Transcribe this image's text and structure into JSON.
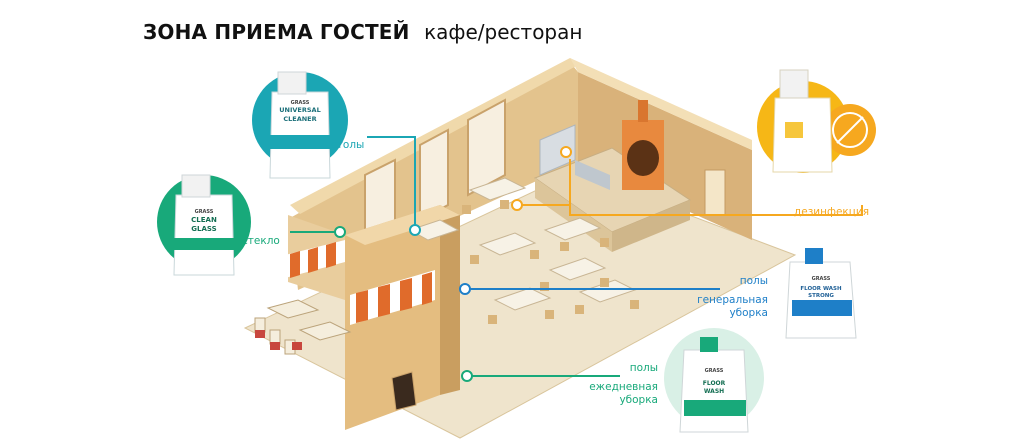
{
  "title": {
    "main": "ЗОНА ПРИЕМА ГОСТЕЙ",
    "sub": "кафе/ресторан"
  },
  "labels": {
    "tables": "столы",
    "glass": "стекло",
    "disinfection": "дезинфекция",
    "floors_general_1": "полы",
    "floors_general_2": "генеральная",
    "floors_general_3": "уборка",
    "floors_daily_1": "полы",
    "floors_daily_2": "ежедневная",
    "floors_daily_3": "уборка"
  },
  "products": {
    "universal": {
      "line1": "UNIVERSAL",
      "line2": "CLEANER",
      "brand": "GRASS"
    },
    "glass": {
      "line1": "CLEAN",
      "line2": "GLASS",
      "brand": "GRASS"
    },
    "floor_strong": {
      "line1": "FLOOR WASH",
      "line2": "STRONG",
      "brand": "GRASS"
    },
    "floor_wash": {
      "line1": "FLOOR",
      "line2": "WASH",
      "brand": "GRASS"
    }
  },
  "colors": {
    "teal": "#1ba6b4",
    "green": "#18a97a",
    "orange": "#f6a81f",
    "blue": "#1e7fc8",
    "wall": "#e9d3a8",
    "floor": "#efe4cc"
  }
}
